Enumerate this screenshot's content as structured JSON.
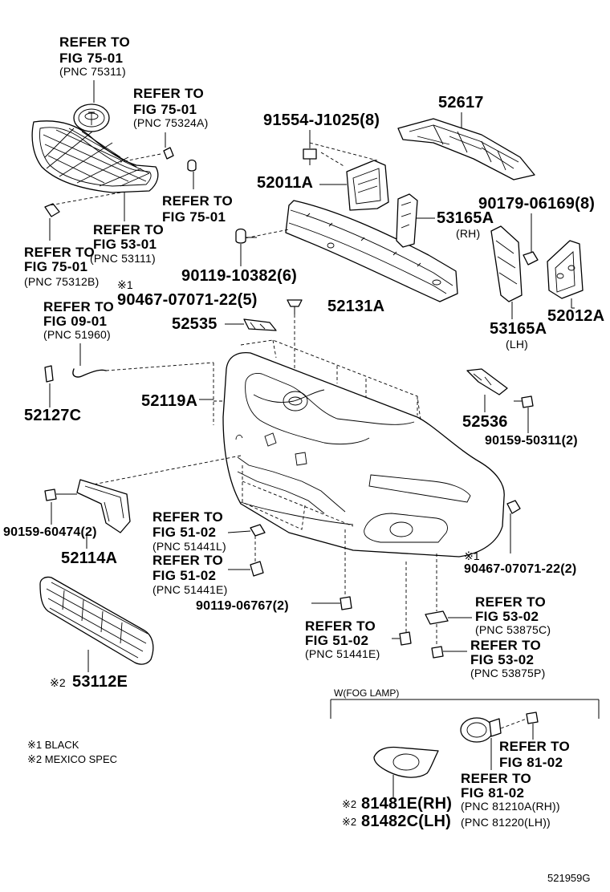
{
  "labels": {
    "ref_75_01_a": {
      "line1": "REFER TO",
      "line2": "FIG 75-01",
      "pnc": "(PNC 75311)"
    },
    "ref_75_01_b": {
      "line1": "REFER TO",
      "line2": "FIG 75-01",
      "pnc": "(PNC 75324A)"
    },
    "ref_75_01_c": {
      "line1": "REFER TO",
      "line2": "FIG 75-01"
    },
    "ref_53_01": {
      "line1": "REFER TO",
      "line2": "FIG 53-01",
      "pnc": "(PNC 53111)"
    },
    "ref_75_01_d": {
      "line1": "REFER TO",
      "line2": "FIG 75-01",
      "pnc": "(PNC 75312B)"
    },
    "ref_09_01": {
      "line1": "REFER TO",
      "line2": "FIG 09-01",
      "pnc": "(PNC 51960)"
    },
    "ref_51_02_a": {
      "line1": "REFER TO",
      "line2": "FIG 51-02",
      "pnc": "(PNC 51441L)"
    },
    "ref_51_02_b": {
      "line1": "REFER TO",
      "line2": "FIG 51-02",
      "pnc": "(PNC 51441E)"
    },
    "ref_51_02_c": {
      "line1": "REFER TO",
      "line2": "FIG 51-02",
      "pnc": "(PNC 51441E)"
    },
    "ref_53_02_c": {
      "line1": "REFER TO",
      "line2": "FIG 53-02",
      "pnc": "(PNC 53875C)"
    },
    "ref_53_02_p": {
      "line1": "REFER TO",
      "line2": "FIG 53-02",
      "pnc": "(PNC 53875P)"
    },
    "ref_81_02_a": {
      "line1": "REFER TO",
      "line2": "FIG 81-02"
    },
    "ref_81_02_b": {
      "line1": "REFER TO",
      "line2": "FIG 81-02"
    },
    "p_91554": "91554-J1025(8)",
    "p_52617": "52617",
    "p_52011a": "52011A",
    "p_90179": "90179-06169(8)",
    "p_53165a_rh": "53165A",
    "rh": "(RH)",
    "p_90119_10382": "90119-10382(6)",
    "p_90467_a": "90467-07071-22(5)",
    "mark1": "※1",
    "p_52131a": "52131A",
    "p_52012a": "52012A",
    "p_53165a_lh": "53165A",
    "lh": "(LH)",
    "p_52535": "52535",
    "p_52127c": "52127C",
    "p_52119a": "52119A",
    "p_52536": "52536",
    "p_90159_50311": "90159-50311(2)",
    "p_90159_60474": "90159-60474(2)",
    "p_52114a": "52114A",
    "p_90467_b": "90467-07071-22(2)",
    "mark1b": "※1",
    "p_90119_06767": "90119-06767(2)",
    "p_53112e": "53112E",
    "mark2": "※2",
    "fog_lamp_header": "W(FOG LAMP)",
    "p_81481e": "81481E(RH)",
    "p_81482c": "81482C(LH)",
    "mark2b": "※2",
    "mark2c": "※2",
    "pnc_81210a": "(PNC 81210A(RH))",
    "pnc_81220": "(PNC 81220(LH))",
    "note1": "※1 BLACK",
    "note2": "※2 MEXICO SPEC",
    "diagram_id": "521959G"
  }
}
